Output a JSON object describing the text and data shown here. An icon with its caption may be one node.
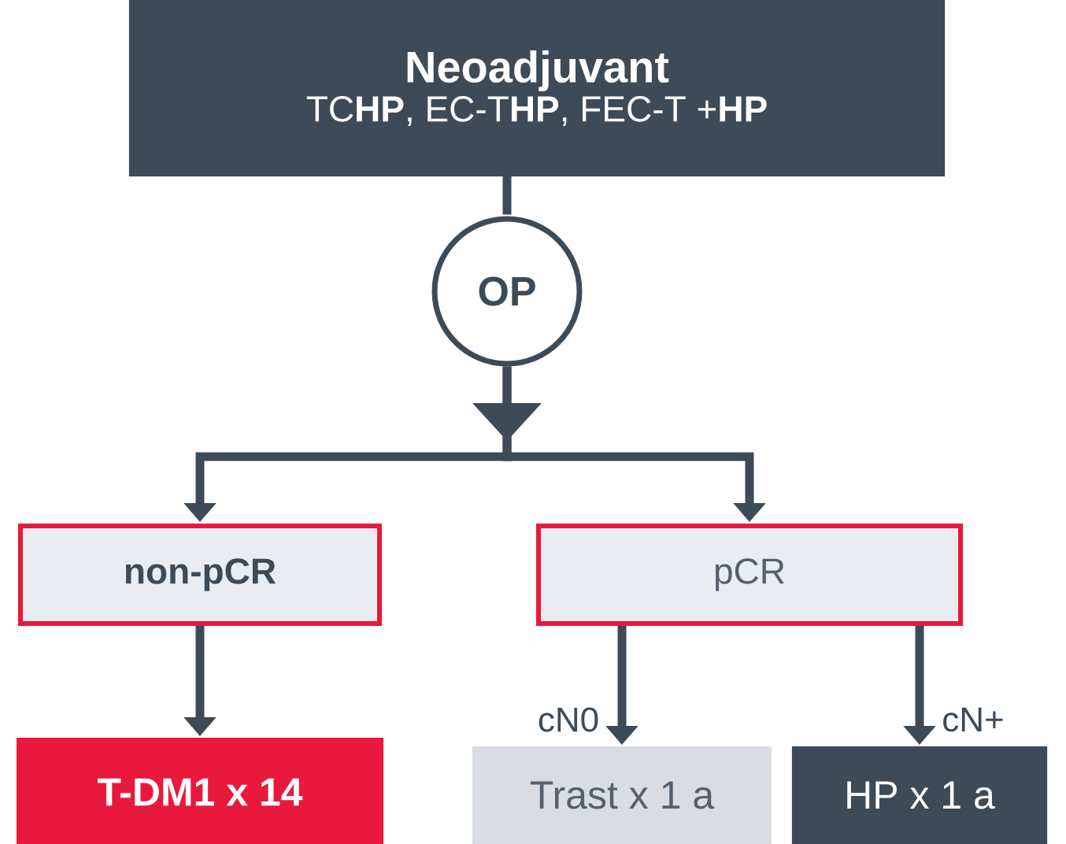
{
  "diagram": {
    "nodes": [
      {
        "text": [
          "Neoadjuvant",
          "TC**HP**, EC-T**HP**, FEC-T +**HP**"
        ]
      },
      {
        "text": [
          "OP"
        ]
      },
      {
        "text": [
          "non-pCR"
        ]
      },
      {
        "text": [
          "pCR"
        ]
      },
      {
        "text": [
          "T-DM1 x 14"
        ]
      },
      {
        "text": [
          "Trast x 1 a"
        ]
      },
      {
        "text": [
          "HP x 1 a"
        ]
      }
    ],
    "edges": [
      {
        "from": 0,
        "to": 1,
        "arrow": "none"
      },
      {
        "from": 1,
        "to": 2,
        "arrow": "to"
      },
      {
        "from": 1,
        "to": 3,
        "arrow": "to"
      },
      {
        "from": 2,
        "to": 4,
        "arrow": "to"
      },
      {
        "from": 3,
        "to": 5,
        "arrow": "to",
        "label": "cN0"
      },
      {
        "from": 3,
        "to": 6,
        "arrow": "to",
        "label": "cN+"
      }
    ]
  }
}
